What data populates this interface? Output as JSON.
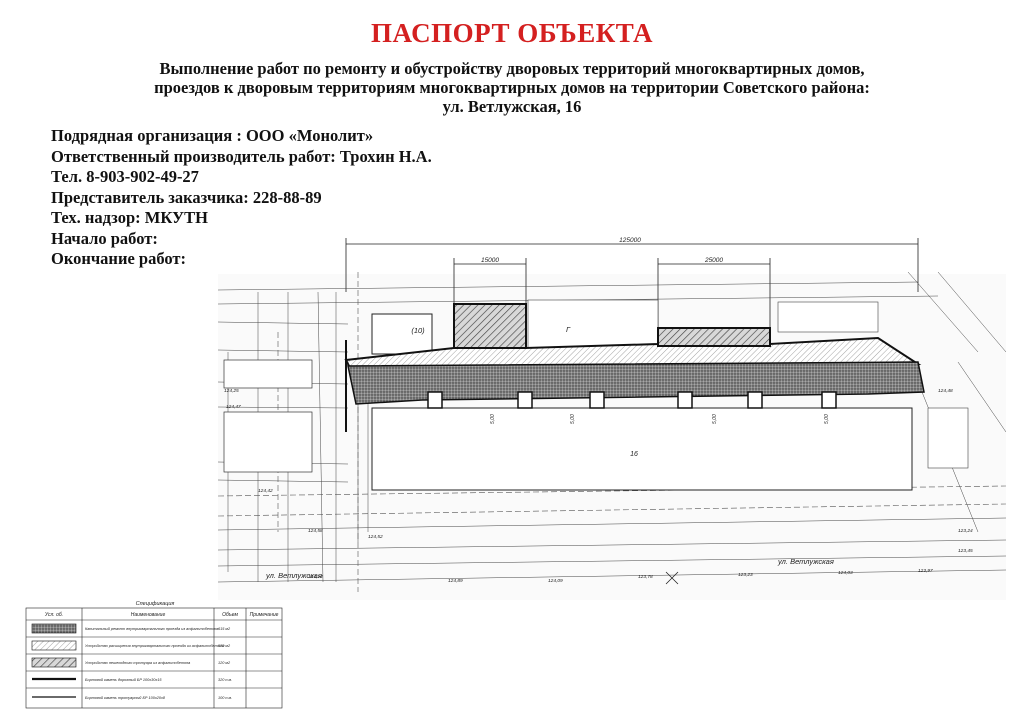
{
  "header": {
    "title": "ПАСПОРТ ОБЪЕКТА",
    "subtitle_line1": "Выполнение работ по ремонту и обустройству дворовых территорий многоквартирных домов,",
    "subtitle_line2": "проездов к дворовым территориям многоквартирных домов на территории Советского района:",
    "subtitle_line3": "ул. Ветлужская, 16"
  },
  "info": {
    "contractor": "Подрядная организация : ООО «Монолит»",
    "manager": "Ответственный производитель работ: Трохин Н.А.",
    "phone": "Тел. 8-903-902-49-27",
    "customer_rep": "Представитель заказчика: 228-88-89",
    "supervision": "Тех. надзор: МКУТН",
    "start": "Начало работ:",
    "end": "Окончание работ:"
  },
  "plan": {
    "dim_total": "125000",
    "dim_left": "15000",
    "dim_right": "25000",
    "label_building_a": "(10)",
    "label_building_b": "Г",
    "label_house_number": "16",
    "label_street_right": "ул. Ветлужская",
    "label_street_left": "ул. Ветлужская",
    "label_small_1": "5,00",
    "label_small_2": "5,00",
    "label_small_3": "5,00",
    "label_small_4": "5,00",
    "elev_labels": [
      "124,25",
      "124,47",
      "124,42",
      "124,58",
      "124,52",
      "124,89",
      "124,09",
      "124,14",
      "123,78",
      "123,23",
      "124,03",
      "123,97",
      "123,24",
      "123,45",
      "124,48"
    ]
  },
  "spec": {
    "caption": "Спецификация",
    "headers": [
      "Усл. об.",
      "Наименование",
      "Объем",
      "Примечание"
    ],
    "rows": [
      {
        "name": "Капитальный ремонт внутриквартального проезда из асфальтобетона",
        "volume": "615 м2",
        "note": ""
      },
      {
        "name": "Устройство расширения внутриквартального проезда из асфальтобетона",
        "volume": "570 м2",
        "note": ""
      },
      {
        "name": "Устройство пешеходного тротуара из асфальтобетона",
        "volume": "120 м2",
        "note": ""
      },
      {
        "name": "Бортовой камень дорожный БР 100x30x15",
        "volume": "320 п.м.",
        "note": ""
      },
      {
        "name": "Бортовой камень тротуарный БР 100x20x8",
        "volume": "100 п.м.",
        "note": ""
      }
    ]
  }
}
